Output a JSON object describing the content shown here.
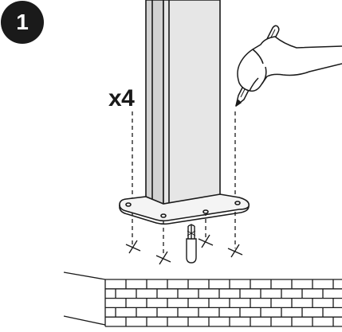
{
  "step": {
    "number": "1"
  },
  "quantity": {
    "label": "x4"
  },
  "icons": {
    "post": "square-post-with-base-plate",
    "hand": "hand-holding-pencil-icon",
    "drill_bit": "drill-bit-icon",
    "wall": "brick-wall-icon",
    "hole_mark": "cross-mark-icon"
  },
  "colors": {
    "ink": "#1a1a1a",
    "post_face": "#e6e6e6",
    "post_side": "#d2d2d2",
    "background": "#ffffff"
  }
}
